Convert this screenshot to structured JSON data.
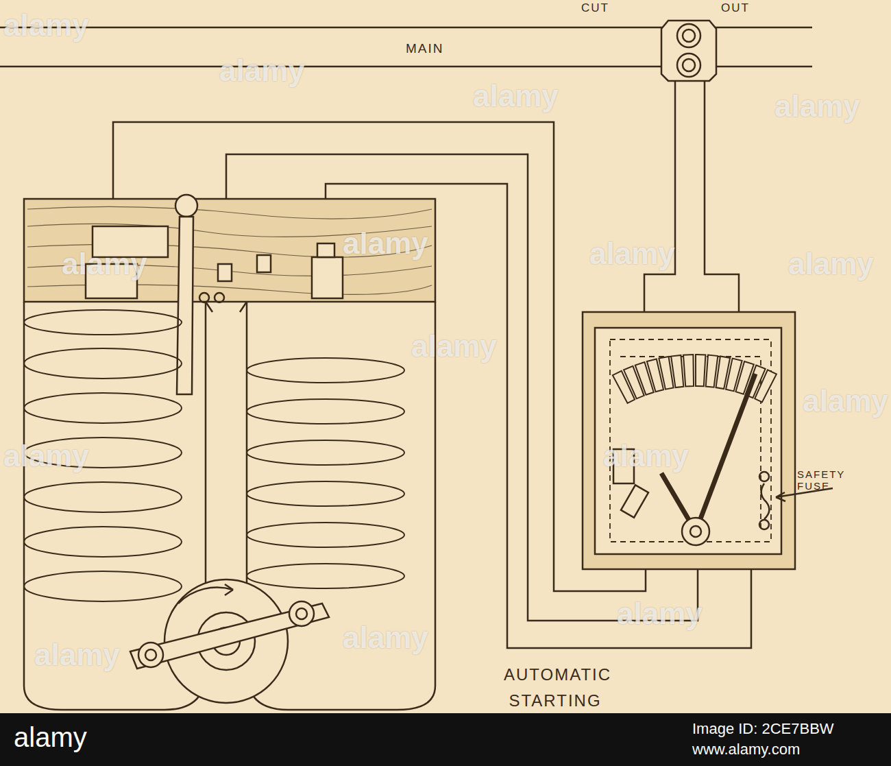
{
  "diagram": {
    "labels": [
      "CUT",
      "OUT",
      "MAIN",
      "SAFETY FUSE",
      "AUTOMATIC STARTING",
      "alamy",
      "alamy",
      "alamy",
      "alamy",
      "alamy",
      "alamy",
      "alamy",
      "alamy",
      "alamy",
      "alamy",
      "alamy",
      "alamy",
      "alamy",
      "alamy",
      "alamy",
      "alamy",
      "Image ID: 2CE7BBW",
      "www.alamy.com"
    ]
  }
}
